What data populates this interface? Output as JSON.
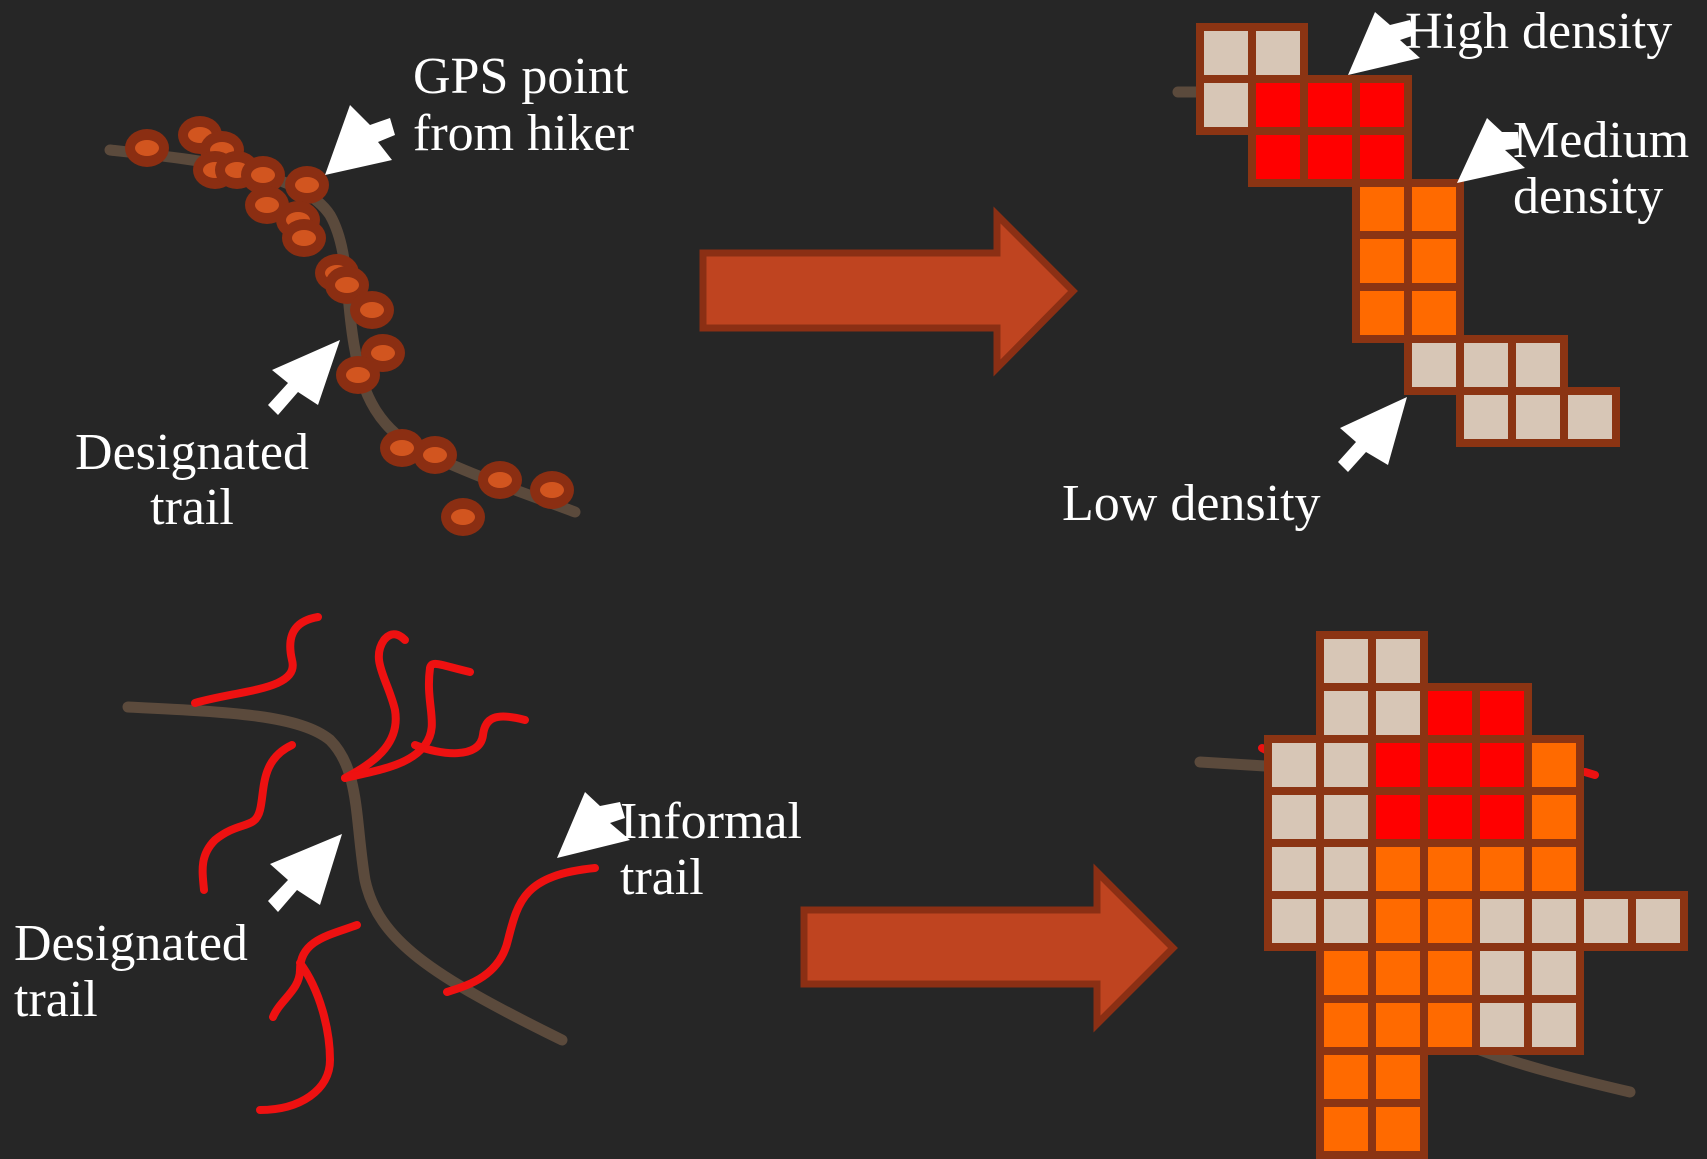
{
  "colors": {
    "background": "#262626",
    "trail": "#5b4a3c",
    "gps_point_fill": "#b5431a",
    "gps_point_stroke": "#8b2e12",
    "informal_trail": "#ee1111",
    "cell_border": "#8b3413",
    "high_density": "#ff0000",
    "medium_density": "#ff6a00",
    "low_density": "#d7c6b6",
    "arrow_fill": "#bf4420",
    "arrow_stroke": "#8b2f14",
    "pointer": "#ffffff"
  },
  "labels": {
    "gps_point_line1": "GPS point",
    "gps_point_line2": "from hiker",
    "designated_trail_top_line1": "Designated",
    "designated_trail_top_line2": "trail",
    "high_density": "High density",
    "medium_density_line1": "Medium",
    "medium_density_line2": "density",
    "low_density": "Low density",
    "informal_trail_line1": "Informal",
    "informal_trail_line2": "trail",
    "designated_trail_bottom_line1": "Designated",
    "designated_trail_bottom_line2": "trail"
  },
  "icons": [
    "gps-point-icon",
    "pointer-arrow-icon",
    "transform-arrow-icon"
  ],
  "density_grid_top": {
    "legend": [
      "high",
      "medium",
      "low"
    ],
    "rows": [
      [
        "low",
        "low"
      ],
      [
        "low",
        "high",
        "high",
        "high"
      ],
      [
        "high",
        "high",
        "high"
      ],
      [
        "medium",
        "medium"
      ],
      [
        "medium",
        "medium"
      ],
      [
        "medium",
        "medium"
      ],
      [
        "low",
        "low",
        "low"
      ],
      [
        "low",
        "low",
        "low"
      ]
    ]
  },
  "density_grid_bottom": {
    "rows": [
      [
        "low",
        "low"
      ],
      [
        "low",
        "low",
        "high",
        "high"
      ],
      [
        "low",
        "low",
        "high",
        "high",
        "high",
        "medium"
      ],
      [
        "low",
        "low",
        "high",
        "high",
        "high",
        "medium"
      ],
      [
        "low",
        "low",
        "medium",
        "medium",
        "medium",
        "medium"
      ],
      [
        "low",
        "low",
        "medium",
        "medium",
        "low",
        "low",
        "low",
        "low"
      ],
      [
        "medium",
        "medium",
        "medium",
        "low",
        "low"
      ],
      [
        "medium",
        "medium",
        "medium",
        "low",
        "low"
      ],
      [
        "medium",
        "medium"
      ],
      [
        "medium",
        "medium"
      ]
    ]
  }
}
